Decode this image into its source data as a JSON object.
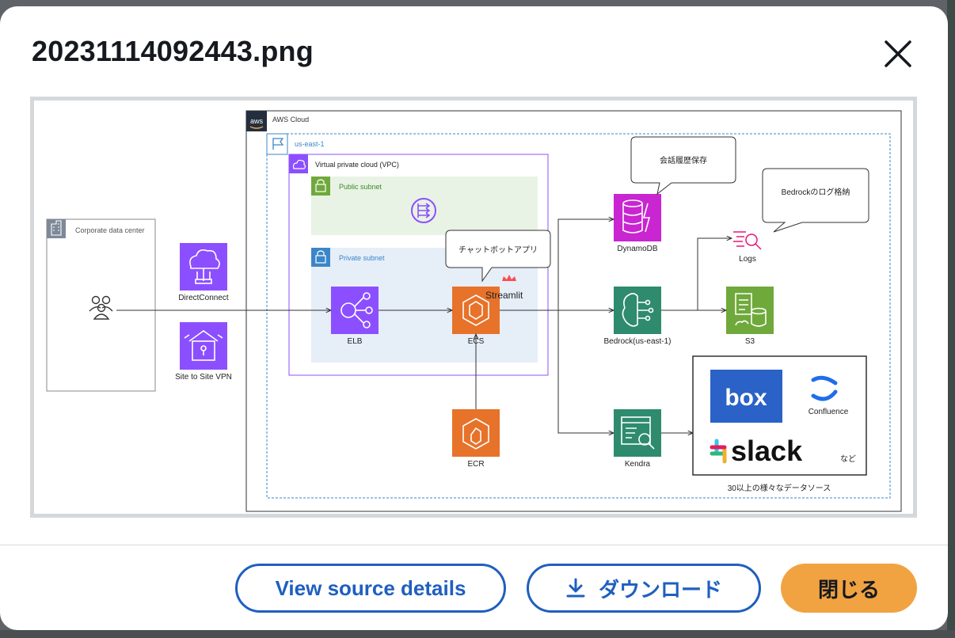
{
  "modal": {
    "title": "20231114092443.png",
    "buttons": {
      "view_source": "View source details",
      "download": "ダウンロード",
      "close": "閉じる"
    }
  },
  "diagram": {
    "aws_badge": "aws",
    "aws_cloud": "AWS Cloud",
    "region": "us-east-1",
    "vpc": "Virtual private cloud (VPC)",
    "public_subnet": "Public subnet",
    "private_subnet": "Private subnet",
    "corporate": "Corporate data center",
    "directconnect": "DirectConnect",
    "vpn": "Site to Site VPN",
    "elb": "ELB",
    "ecs": "ECS",
    "streamlit": "Streamlit",
    "chatbot_callout": "チャットボットアプリ",
    "ecr": "ECR",
    "dynamodb": "DynamoDB",
    "history_callout": "会話履歴保存",
    "bedrock": "Bedrock(us-east-1)",
    "bedrock_log_callout": "Bedrockのログ格納",
    "logs": "Logs",
    "s3": "S3",
    "kendra": "Kendra",
    "box": "box",
    "confluence": "Confluence",
    "slack": "slack",
    "nado": "など",
    "datasources": "30以上の様々なデータソース"
  },
  "colors": {
    "primary_blue": "#1f5fbf",
    "primary_orange": "#f1a341",
    "aws_purple": "#8c4fff",
    "aws_orange": "#e7722a",
    "aws_green": "#6fa93b",
    "aws_pink": "#d92fa6",
    "aws_teal": "#2e8b6e"
  }
}
